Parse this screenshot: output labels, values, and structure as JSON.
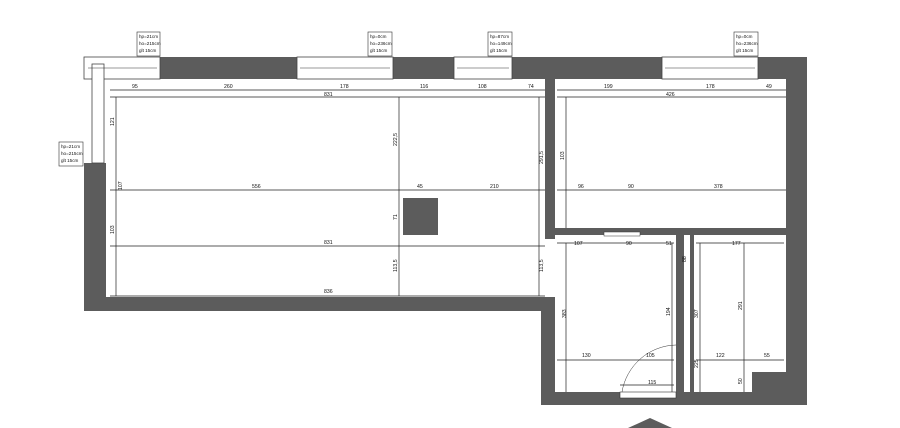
{
  "window_notes": [
    {
      "line1": "hp=21cm",
      "line2": "ho=215cm",
      "line3": "glt 15cm"
    },
    {
      "line1": "hp=0cm",
      "line2": "ho=236cm",
      "line3": "glt 15cm"
    },
    {
      "line1": "hp=87cm",
      "line2": "ho=149cm",
      "line3": "glt 15cm"
    },
    {
      "line1": "hp=0cm",
      "line2": "ho=236cm",
      "line3": "glt 15cm"
    },
    {
      "line1": "hp=21cm",
      "line2": "ho=215cm",
      "line3": "glt 15cm"
    }
  ],
  "dimensions": {
    "top_chain": [
      "95",
      "260",
      "178",
      "116",
      "108",
      "74"
    ],
    "top_chain_right": [
      "199",
      "178",
      "49"
    ],
    "top_total_left": "831",
    "top_total_right": "426",
    "left_vertical": [
      "121",
      "107",
      "103"
    ],
    "middle_vertical": [
      "222,5",
      "71",
      "113,5"
    ],
    "right_vertical": [
      "291,5",
      "103",
      "113,5"
    ],
    "middle_row": [
      "556",
      "45",
      "210"
    ],
    "right_room_row": [
      "96",
      "90",
      "378"
    ],
    "middle_total": "831",
    "bottom_total": "836",
    "bath_row": [
      "107",
      "90",
      "51"
    ],
    "bath_right": "177",
    "bath_vertical": [
      "383",
      "194",
      "88"
    ],
    "side_vertical": [
      "307",
      "291",
      "50"
    ],
    "bottom_row": [
      "130",
      "105"
    ],
    "bottom_right_row": [
      "122",
      "55"
    ],
    "door": "115",
    "small_vertical": [
      "225"
    ]
  }
}
